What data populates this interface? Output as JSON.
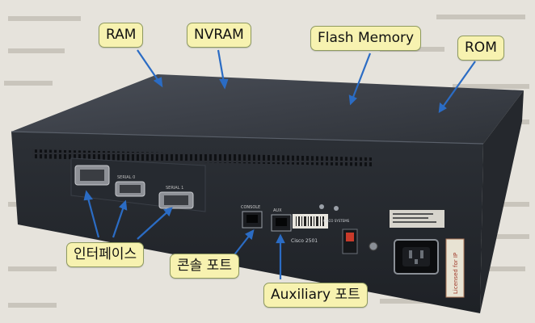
{
  "callouts": {
    "ram": "RAM",
    "nvram": "NVRAM",
    "flash": "Flash Memory",
    "rom": "ROM",
    "interface": "인터페이스",
    "console": "콘솔 포트",
    "aux": "Auxiliary 포트"
  },
  "device_markings": {
    "console": "CONSOLE",
    "aux": "AUX",
    "serial0": "SERIAL 0",
    "serial1": "SERIAL 1",
    "model": "Cisco 2501",
    "brand": "CISCO SYSTEMS",
    "license": "Licensed for IP"
  },
  "colors": {
    "callout_fill": "#f7f2b0",
    "arrow": "#2b6cc4",
    "chassis": "#3c4048"
  }
}
